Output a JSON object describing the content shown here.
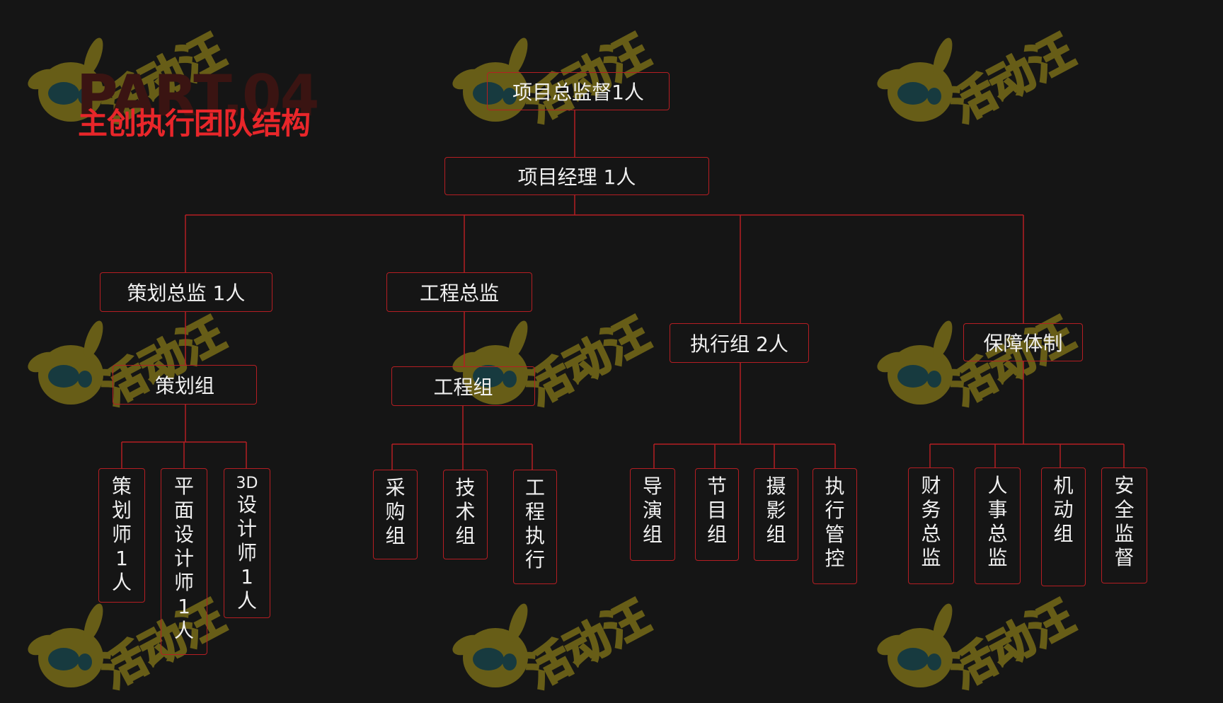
{
  "header": {
    "ghost_title": "PART.04",
    "title": "主创执行团队结构"
  },
  "colors": {
    "background": "#151515",
    "accent": "#e8262a",
    "line": "#b51e23",
    "text": "#f0f0f0"
  },
  "watermark": {
    "text": "活动汪",
    "icon": "dog-mascot-icon"
  },
  "nodes": {
    "director": "项目总监督1人",
    "manager": "项目经理 1人",
    "planning_director": "策划总监 1人",
    "engineering_director": "工程总监",
    "execution_group": "执行组 2人",
    "support_system": "保障体制",
    "planning_group": "策划组",
    "engineering_group": "工程组"
  },
  "leaves": {
    "planner": [
      "策",
      "划",
      "师",
      "1",
      "人"
    ],
    "graphic_designer": [
      "平",
      "面",
      "设",
      "计",
      "师",
      "1",
      "人"
    ],
    "designer_3d": [
      "3D",
      "设",
      "计",
      "师",
      "1",
      "人"
    ],
    "procurement": [
      "采",
      "购",
      "组"
    ],
    "technical": [
      "技",
      "术",
      "组"
    ],
    "engineering_exec": [
      "工",
      "程",
      "执",
      "行"
    ],
    "director_group": [
      "导",
      "演",
      "组"
    ],
    "program_group": [
      "节",
      "目",
      "组"
    ],
    "photo_group": [
      "摄",
      "影",
      "组"
    ],
    "exec_control": [
      "执",
      "行",
      "管",
      "控"
    ],
    "finance": [
      "财",
      "务",
      "总",
      "监"
    ],
    "hr": [
      "人",
      "事",
      "总",
      "监"
    ],
    "mobile_group": [
      "机",
      "动",
      "组"
    ],
    "safety": [
      "安",
      "全",
      "监",
      "督"
    ]
  }
}
